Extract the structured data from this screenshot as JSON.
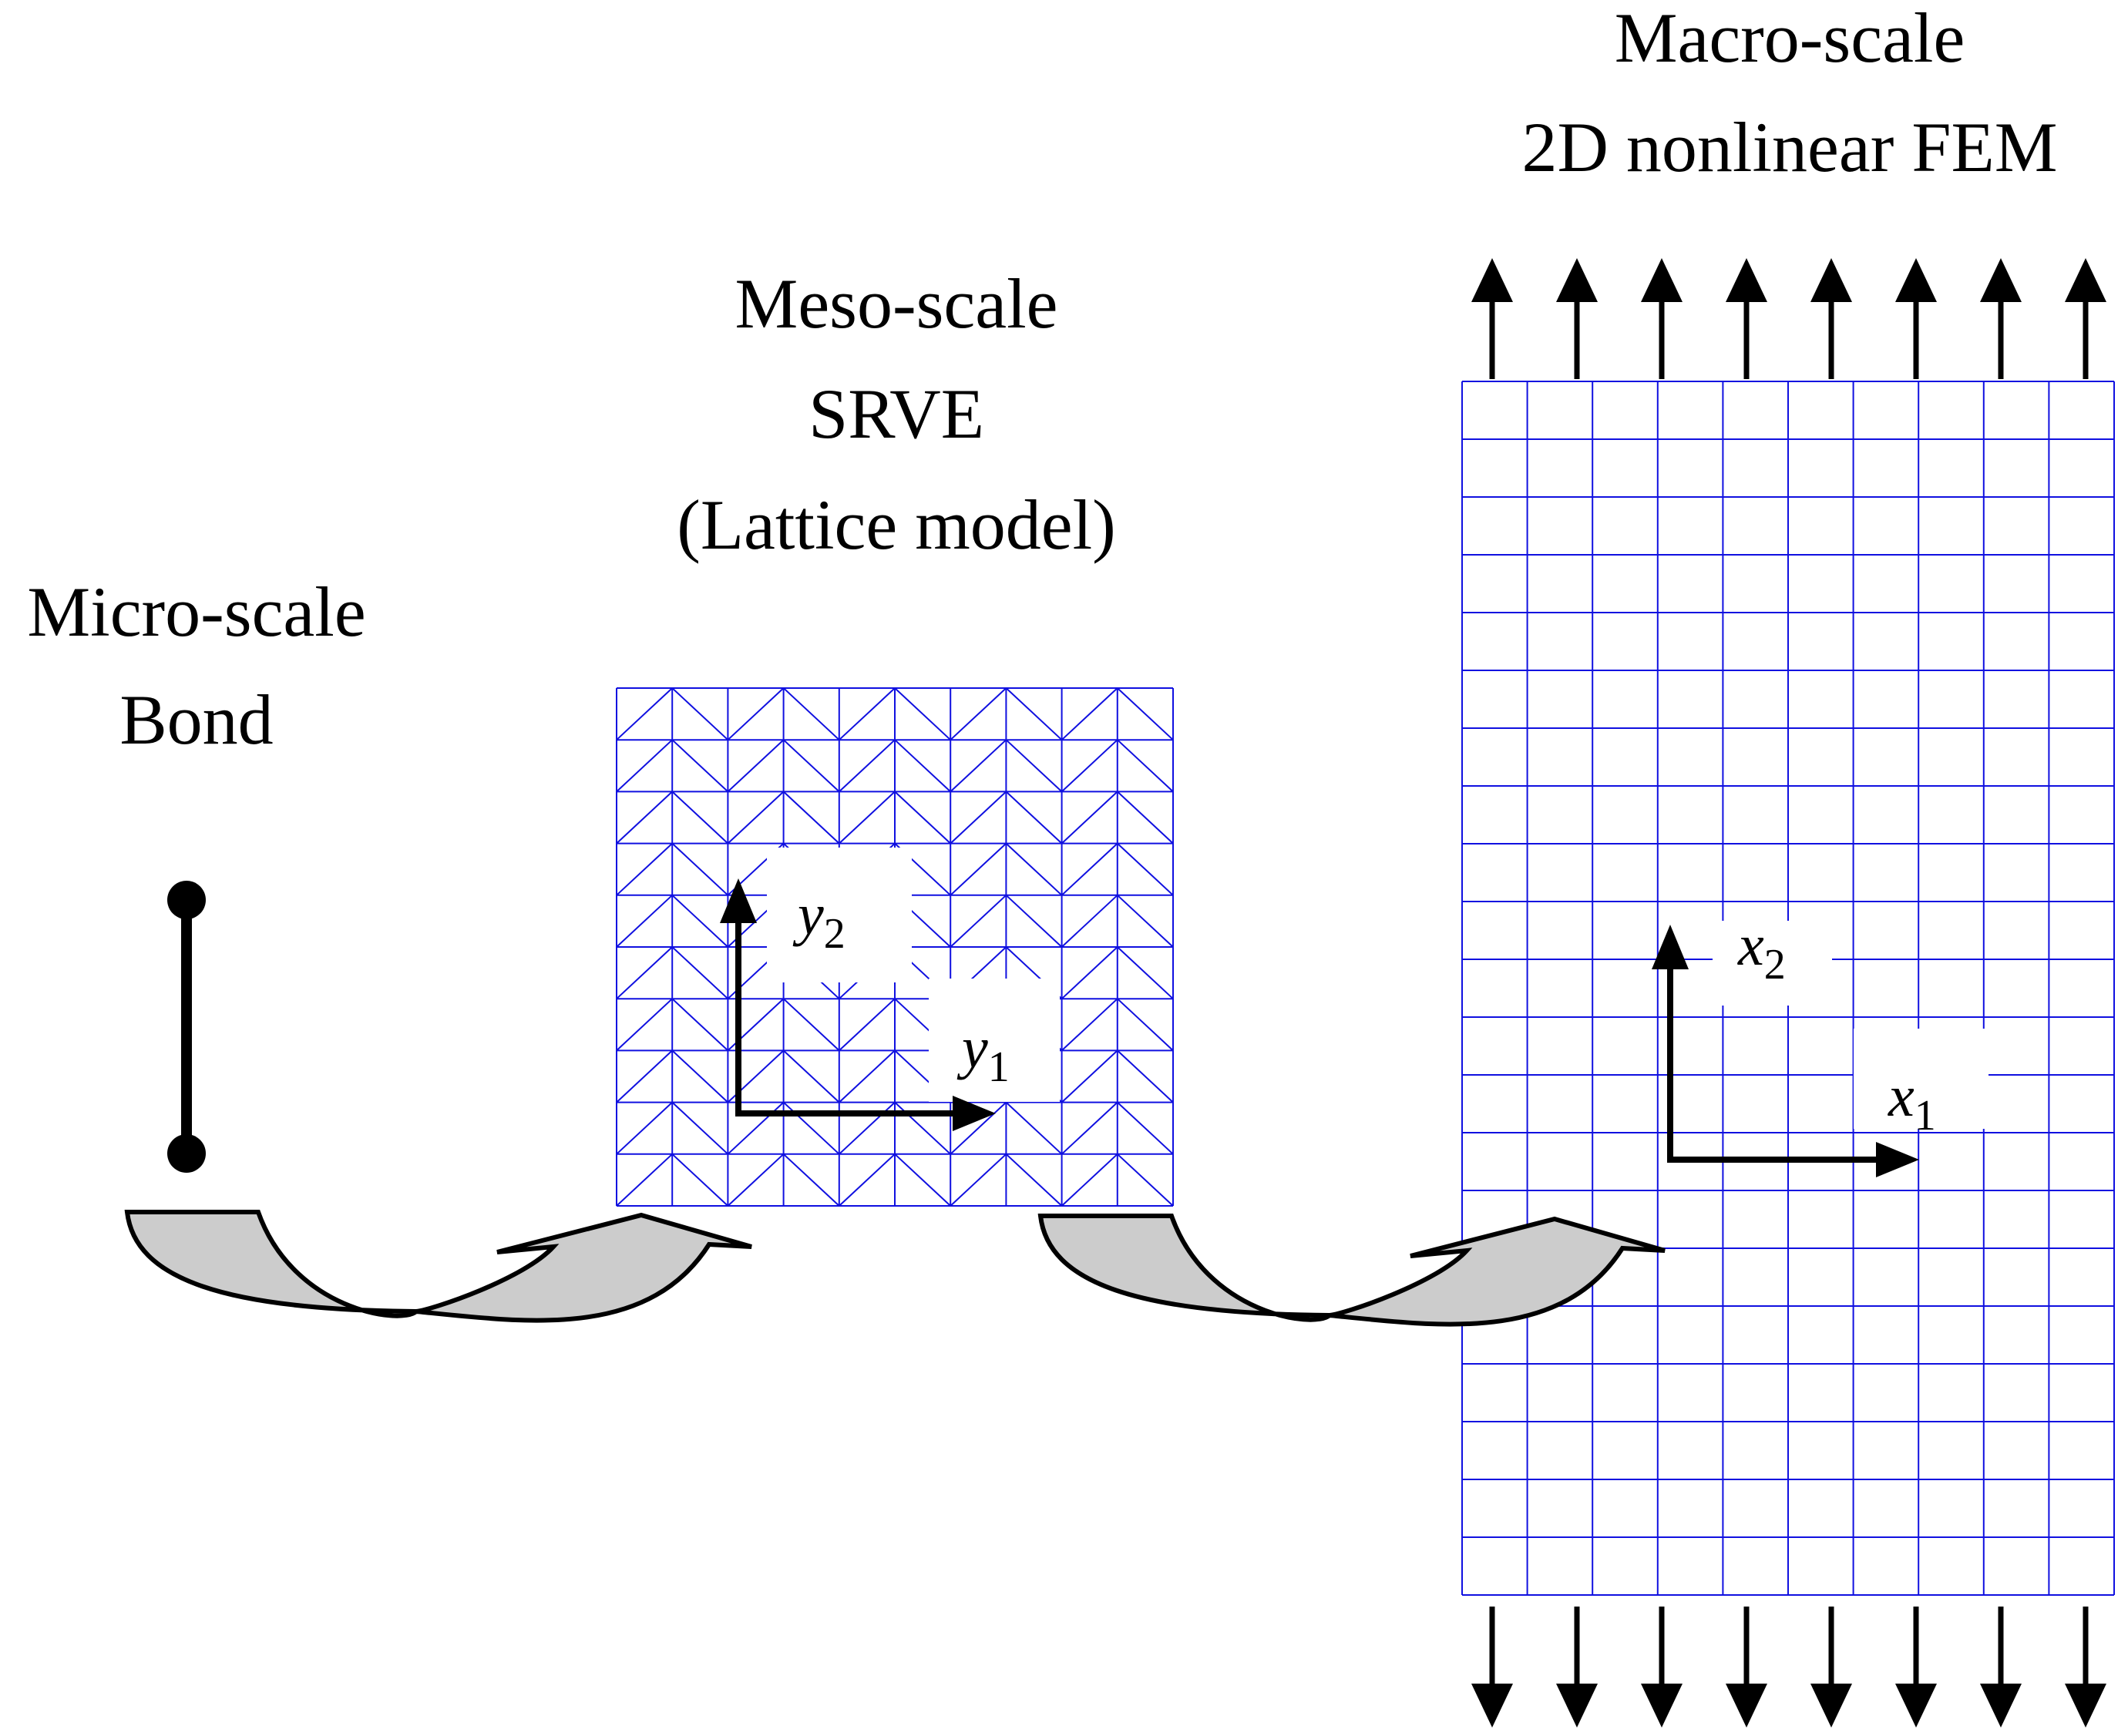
{
  "labels": {
    "micro_line1": "Micro-scale",
    "micro_line2": "Bond",
    "meso_line1": "Meso-scale",
    "meso_line2": "SRVE",
    "meso_line3": "(Lattice model)",
    "macro_line1": "Macro-scale",
    "macro_line2": "2D nonlinear FEM"
  },
  "axes": {
    "meso_vertical": {
      "base": "y",
      "sub": "2"
    },
    "meso_horizontal": {
      "base": "y",
      "sub": "1"
    },
    "macro_vertical": {
      "base": "x",
      "sub": "2"
    },
    "macro_horizontal": {
      "base": "x",
      "sub": "1"
    }
  },
  "lattice": {
    "columns": 10,
    "rows": 10
  },
  "fem_mesh": {
    "columns": 10,
    "rows": 21
  },
  "load_arrows": {
    "top_count": 8,
    "bottom_count": 8
  },
  "colors": {
    "mesh": "#1010e0",
    "arrow_fill": "#cccccc",
    "stroke": "#000000",
    "background": "#ffffff"
  }
}
